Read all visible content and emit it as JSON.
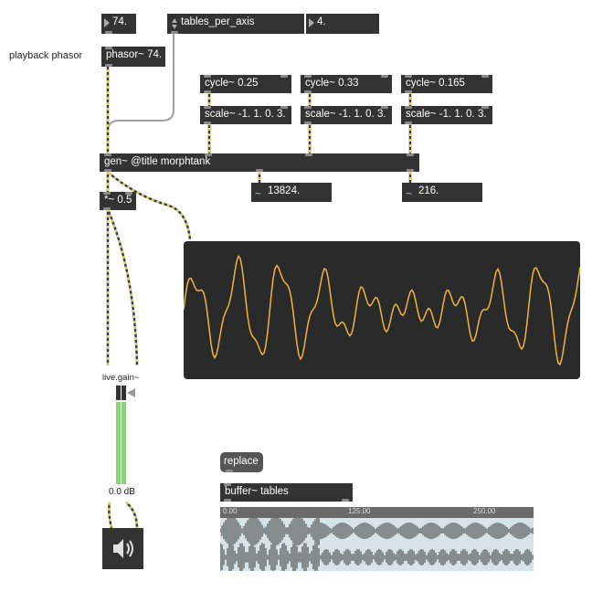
{
  "labels": {
    "playback_phasor": "playback phasor",
    "live_gain_title": "live.gain~",
    "live_gain_value": "0.0 dB"
  },
  "objects": {
    "num_74": "74.",
    "tables_per_axis": "tables_per_axis",
    "num_4": "4.",
    "phasor": "phasor~ 74.",
    "cycle1": "cycle~ 0.25",
    "cycle2": "cycle~ 0.33",
    "cycle3": "cycle~ 0.165",
    "scale1": "scale~ -1. 1. 0. 3.",
    "scale2": "scale~ -1. 1. 0. 3.",
    "scale3": "scale~ -1. 1. 0. 3.",
    "gen": "gen~ @title morphtank",
    "sig1": "13824.",
    "sig2": "216.",
    "mul": "*~ 0.5",
    "replace": "replace",
    "buffer": "buffer~ tables"
  },
  "buffer_ruler": [
    "0.00",
    "125.00",
    "250.00"
  ],
  "icons": {
    "speaker": "speaker-icon",
    "signal": "signal-wave-icon",
    "stepper": "stepper-arrows-icon"
  },
  "colors": {
    "object_bg": "#333333",
    "waveform": "#f0b341",
    "meter": "#7ddc6b",
    "buffer_bg": "#d6e4ea"
  }
}
